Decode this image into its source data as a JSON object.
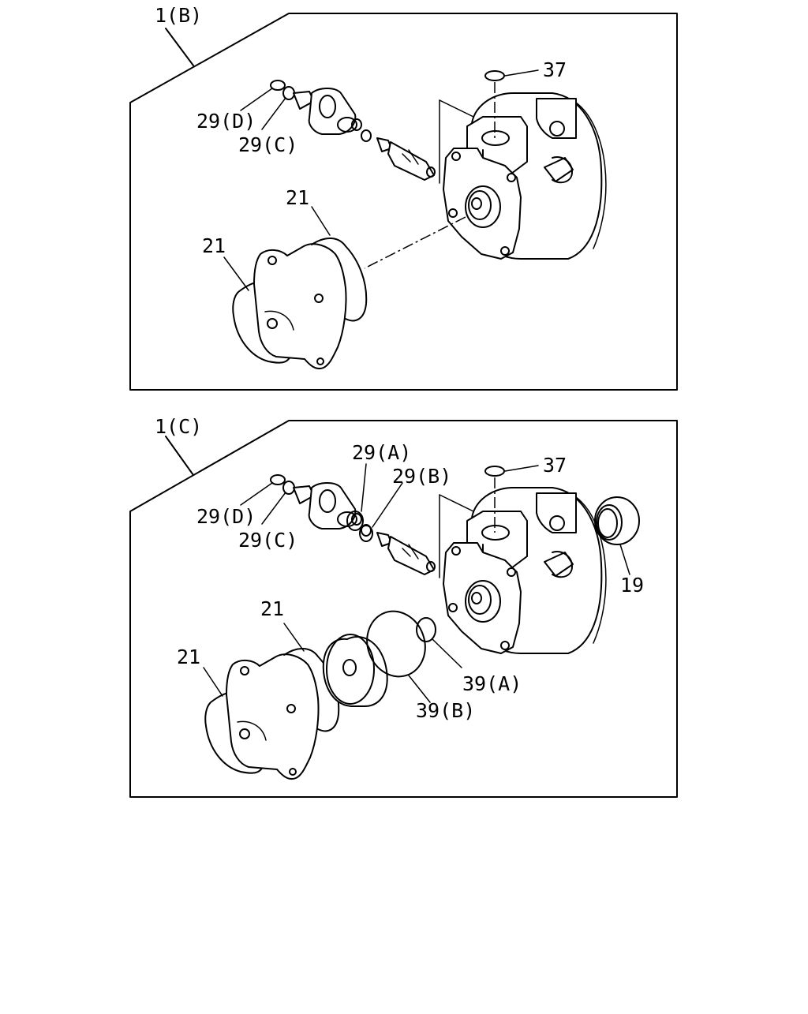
{
  "panels": [
    {
      "label": "1(B)",
      "callouts": {
        "c29d": "29(D)",
        "c29c": "29(C)",
        "c37": "37",
        "c21a": "21",
        "c21b": "21"
      }
    },
    {
      "label": "1(C)",
      "callouts": {
        "c29a": "29(A)",
        "c29b": "29(B)",
        "c29d": "29(D)",
        "c29c": "29(C)",
        "c37": "37",
        "c19": "19",
        "c21a": "21",
        "c21b": "21",
        "c39a": "39(A)",
        "c39b": "39(B)"
      }
    }
  ]
}
